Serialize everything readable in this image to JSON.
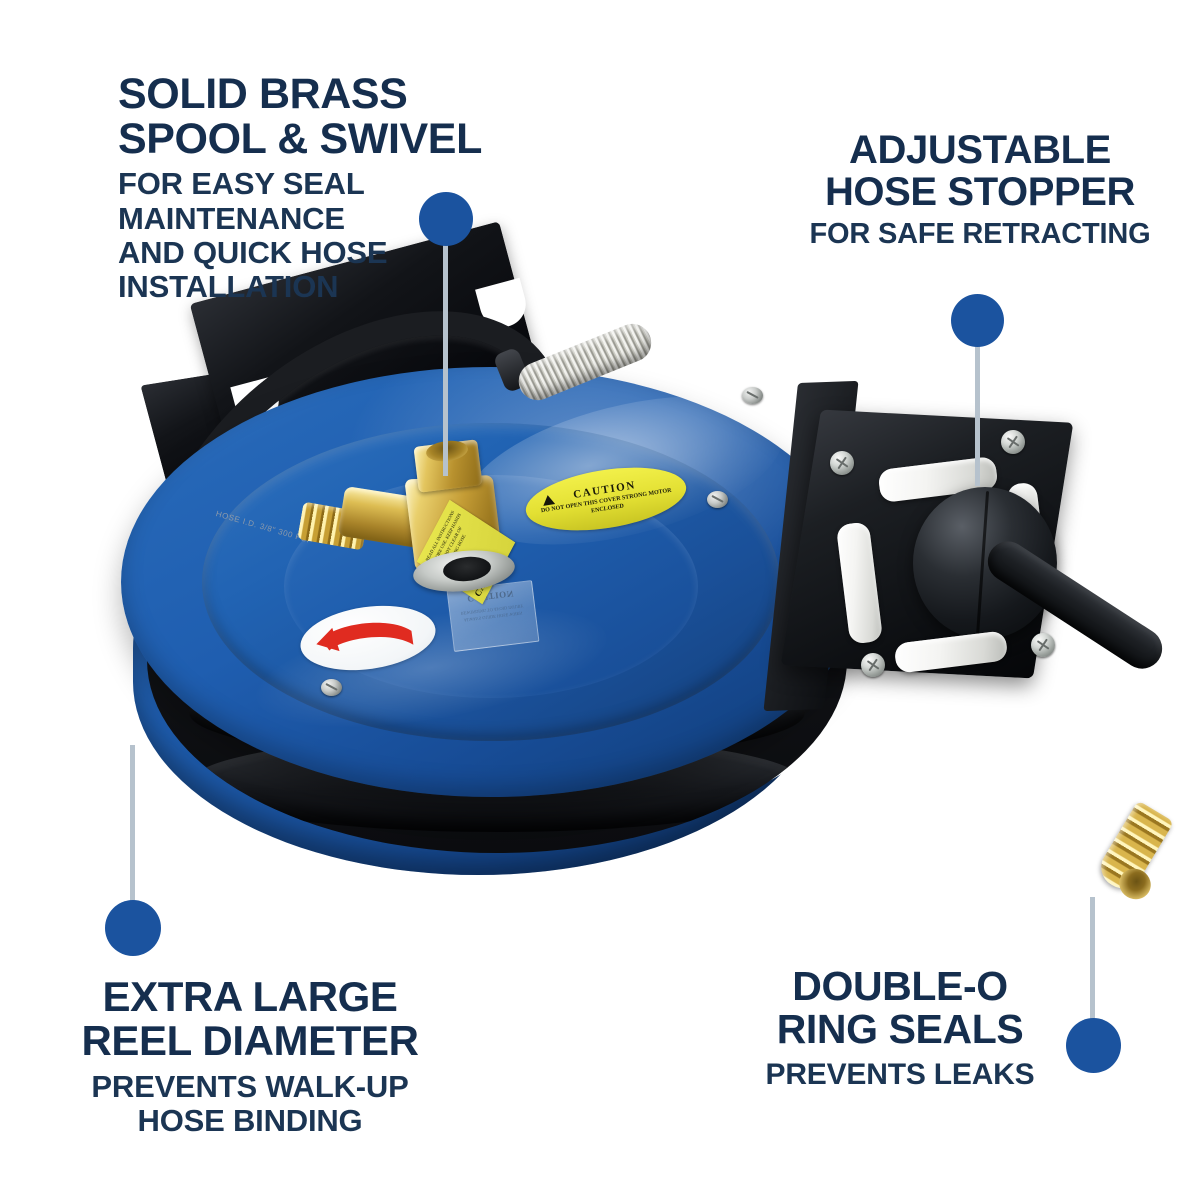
{
  "page": {
    "title": "Retractable Hose Reel Feature Callouts",
    "background_color": "#FFFFFF"
  },
  "theme": {
    "headline_color": "#152E4E",
    "subtext_color": "#1B3553",
    "marker_dot_color": "#1B539F",
    "leader_line_color": "#B6C2CD",
    "reel_blue": "#1F5EB0",
    "hose_black": "#15171B",
    "brass_gold": "#C49C35",
    "caution_yellow": "#E3E033",
    "arrow_red": "#E02B20"
  },
  "callouts": [
    {
      "id": "solid-brass-spool-swivel",
      "headline": "SOLID BRASS\nSPOOL & SWIVEL",
      "sub": "FOR EASY SEAL\nMAINTENANCE\nAND QUICK HOSE\nINSTALLATION",
      "position": "top-left"
    },
    {
      "id": "adjustable-hose-stopper",
      "headline": "ADJUSTABLE\nHOSE STOPPER",
      "sub": "FOR SAFE RETRACTING",
      "position": "top-right"
    },
    {
      "id": "extra-large-reel-diameter",
      "headline": "EXTRA LARGE\nREEL DIAMETER",
      "sub": "PREVENTS WALK-UP\nHOSE BINDING",
      "position": "bottom-left"
    },
    {
      "id": "double-o-ring-seals",
      "headline": "DOUBLE-O\nRING SEALS",
      "sub": "PREVENTS LEAKS",
      "position": "bottom-right"
    }
  ],
  "product": {
    "name": "retractable-hose-reel",
    "labels": {
      "caution_sticker": {
        "title": "CAUTION",
        "body": "DO NOT OPEN\nTHIS COVER\nSTRONG MOTOR ENCLOSED"
      },
      "swivel_tag": {
        "title": "CAUTION",
        "body": "READ ALL INSTRUCTIONS\nBEFORE USE. KEEP HANDS\nAND BODY CLEAR OF\nRETRACTING HOSE."
      },
      "clear_placard": {
        "title": "CAUTION",
        "body": "ALWAYS GUIDE HOSE\nWHEN REWINDING\nTO AVOID INJURY"
      },
      "hose_print": "HOSE  I.D. 3/8\"  300 PSI",
      "rotation_arrow": "rewind-direction-arrow"
    },
    "parts": [
      "wall-mount-bracket",
      "blue-reel-flange",
      "brass-swivel-joint",
      "steel-spring-guard",
      "inlet-hose",
      "hose-coils",
      "roller-guide-plate",
      "nylon-rollers",
      "rubber-hose-stopper",
      "brass-end-fitting"
    ]
  }
}
